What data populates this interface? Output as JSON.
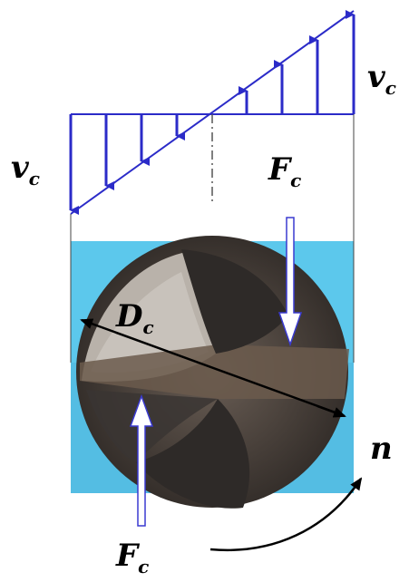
{
  "diagram": {
    "description_labels": {
      "vc_left": "v",
      "vc_left_sub": "c",
      "vc_right": "v",
      "vc_right_sub": "c",
      "fc_top": "F",
      "fc_top_sub": "c",
      "fc_bottom": "F",
      "fc_bottom_sub": "c",
      "dc": "D",
      "dc_sub": "c",
      "n": "n"
    },
    "colors": {
      "velocity_arrows": "#2b2bc8",
      "background_panel": "#5cc8ec",
      "drill_dark": "#3a3532",
      "drill_light": "#b9b2aa",
      "force_arrow_fill": "#ffffff",
      "force_arrow_stroke": "#3a3ad0"
    },
    "icons": [
      "drill-bit-cross-section",
      "rotation-arrow"
    ]
  }
}
